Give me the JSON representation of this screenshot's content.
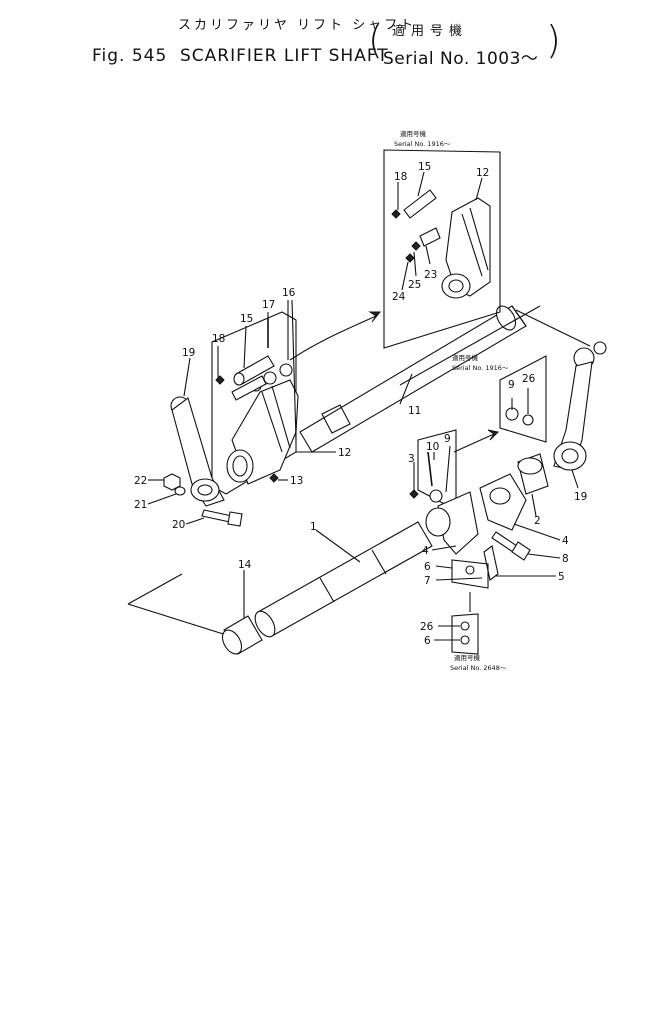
{
  "title": {
    "japanese": "スカリファリヤ リフト シャフト",
    "fig": "Fig. 545",
    "name": "SCARIFIER LIFT SHAFT"
  },
  "serial": {
    "japanese": "適用号機",
    "label": "Serial No. 1003～"
  },
  "inset_notes": {
    "top_box_jp": "適用号機",
    "top_box": "Serial No. 1916～",
    "right_box_jp": "適用号機",
    "right_box": "Serial No. 1916～",
    "bottom_box_jp": "適用号機",
    "bottom_box": "Serial No. 2648～"
  },
  "callouts": {
    "c18a": "18",
    "c15a": "15",
    "c12a": "12",
    "c23": "23",
    "c25": "25",
    "c24": "24",
    "c17": "17",
    "c16": "16",
    "c18b": "18",
    "c15b": "15",
    "c19a": "19",
    "c11": "11",
    "c12b": "12",
    "c13": "13",
    "c22": "22",
    "c21": "21",
    "c20": "20",
    "c9a": "9",
    "c26a": "26",
    "c10": "10",
    "c9b": "9",
    "c3": "3",
    "c19b": "19",
    "c2": "2",
    "c4a": "4",
    "c1": "1",
    "c4b": "4",
    "c8": "8",
    "c6a": "6",
    "c7": "7",
    "c5": "5",
    "c14": "14",
    "c26b": "26",
    "c6b": "6"
  }
}
